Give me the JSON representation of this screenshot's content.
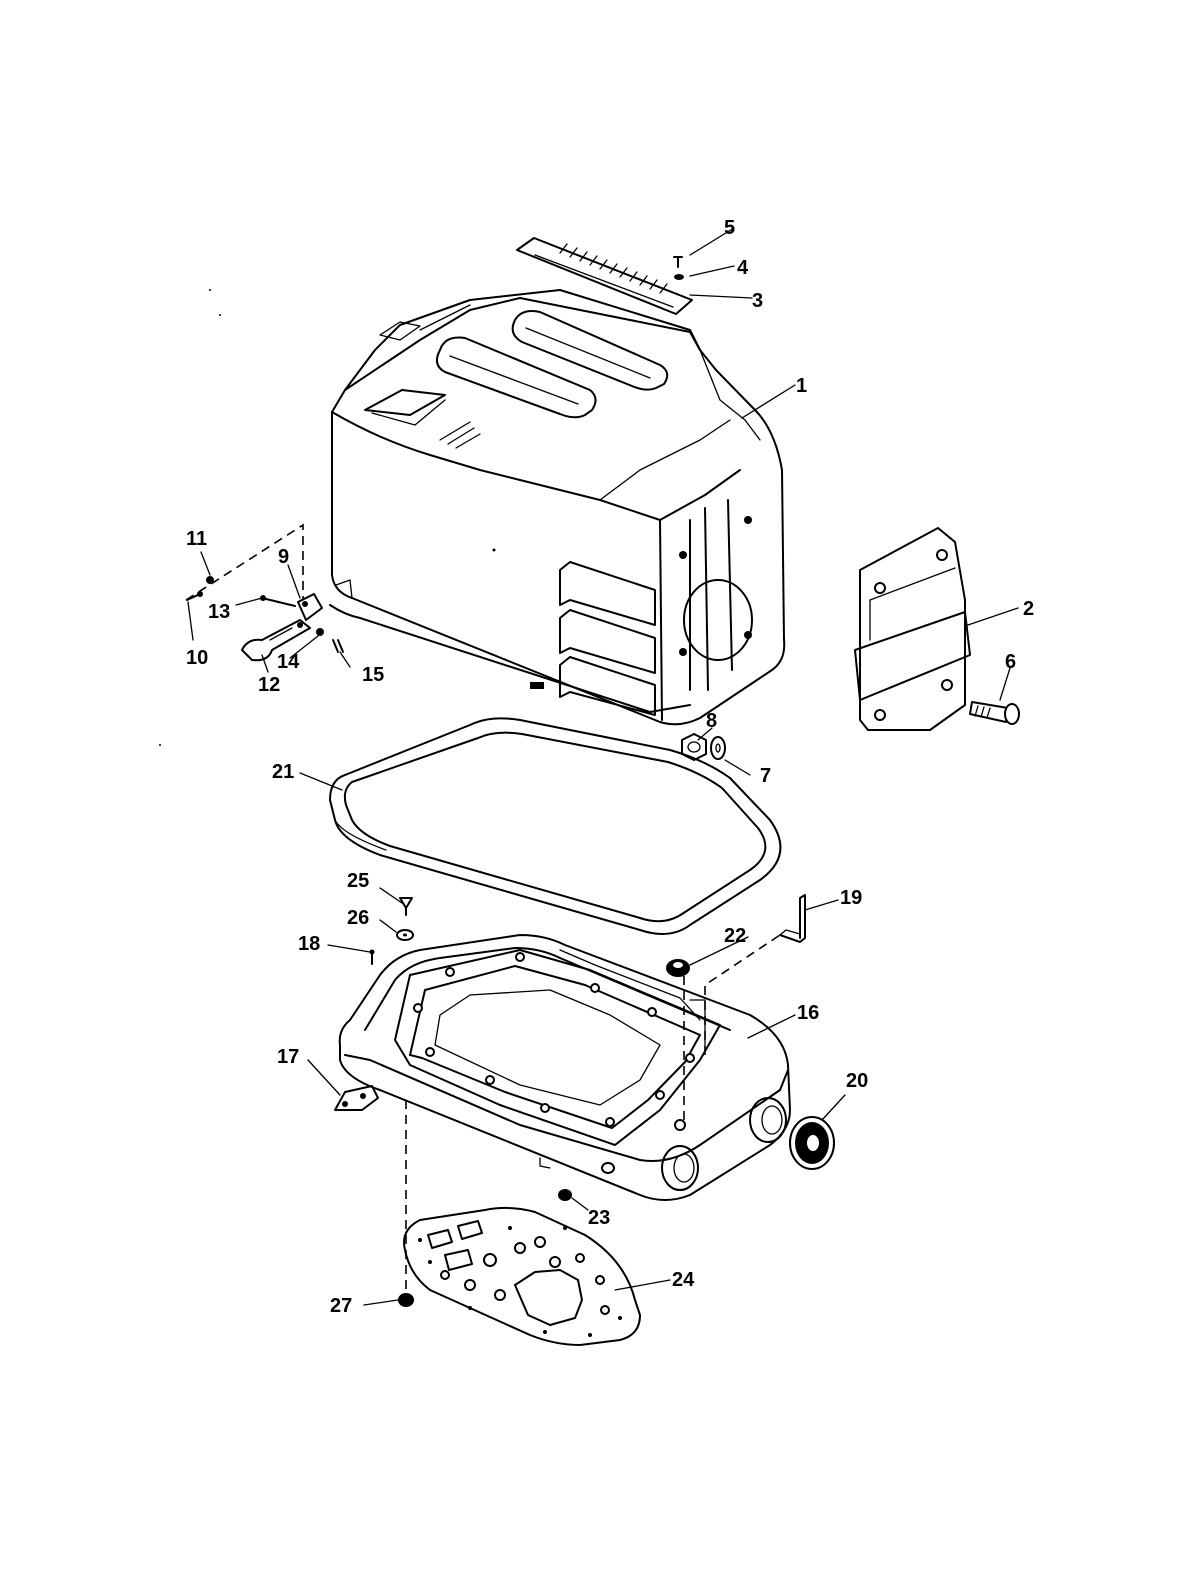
{
  "callouts": [
    {
      "id": "1",
      "label": "1"
    },
    {
      "id": "2",
      "label": "2"
    },
    {
      "id": "3",
      "label": "3"
    },
    {
      "id": "4",
      "label": "4"
    },
    {
      "id": "5",
      "label": "5"
    },
    {
      "id": "6",
      "label": "6"
    },
    {
      "id": "7",
      "label": "7"
    },
    {
      "id": "8",
      "label": "8"
    },
    {
      "id": "9",
      "label": "9"
    },
    {
      "id": "10",
      "label": "10"
    },
    {
      "id": "11",
      "label": "11"
    },
    {
      "id": "12",
      "label": "12"
    },
    {
      "id": "13",
      "label": "13"
    },
    {
      "id": "14",
      "label": "14"
    },
    {
      "id": "15",
      "label": "15"
    },
    {
      "id": "16",
      "label": "16"
    },
    {
      "id": "17",
      "label": "17"
    },
    {
      "id": "18",
      "label": "18"
    },
    {
      "id": "19",
      "label": "19"
    },
    {
      "id": "20",
      "label": "20"
    },
    {
      "id": "21",
      "label": "21"
    },
    {
      "id": "22",
      "label": "22"
    },
    {
      "id": "23",
      "label": "23"
    },
    {
      "id": "24",
      "label": "24"
    },
    {
      "id": "25",
      "label": "25"
    },
    {
      "id": "26",
      "label": "26"
    },
    {
      "id": "27",
      "label": "27"
    }
  ],
  "colors": {
    "ink": "#000000",
    "paper": "#ffffff"
  }
}
